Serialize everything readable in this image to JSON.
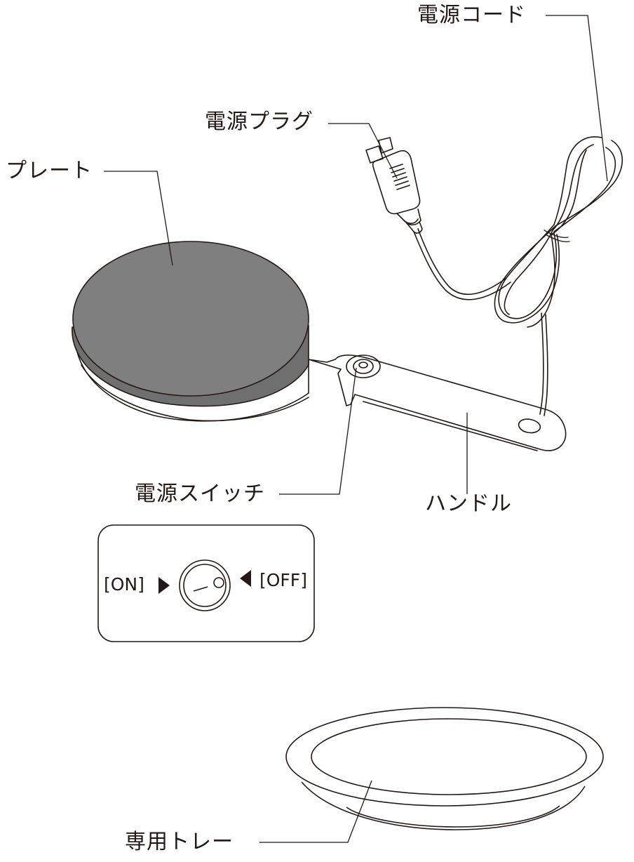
{
  "labels": {
    "power_cord": "電源コード",
    "power_plug": "電源プラグ",
    "plate": "プレート",
    "power_switch": "電源スイッチ",
    "handle": "ハンドル",
    "tray": "専用トレー"
  },
  "switch_detail": {
    "on_label": "[ON]",
    "off_label": "[OFF]"
  },
  "colors": {
    "line": "#231815",
    "plate_fill": "#7f7f7f",
    "plate_rim": "#6f6f6f"
  }
}
